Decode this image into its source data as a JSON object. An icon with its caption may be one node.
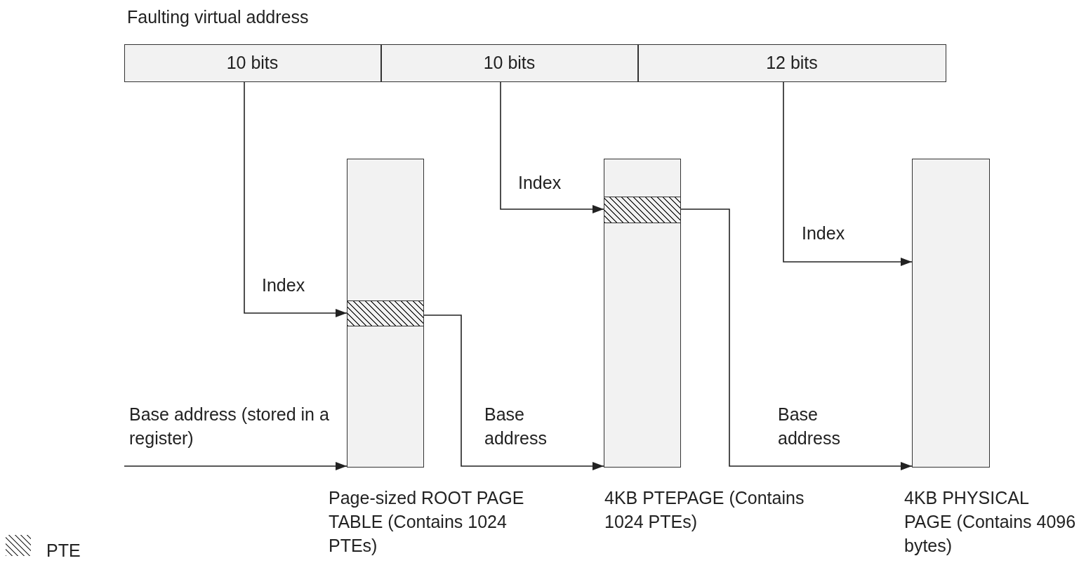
{
  "diagram": {
    "nodes": [
      {
        "text": [
          "Faulting virtual address"
        ]
      },
      {
        "text": [
          "10 bits"
        ],
        "in": 0
      },
      {
        "text": [
          "10 bits"
        ],
        "in": 0
      },
      {
        "text": [
          "12 bits"
        ],
        "in": 0
      },
      {
        "text": [
          "Page-sized ROOT PAGE TABLE (Contains 1024 PTEs)"
        ]
      },
      {
        "text": [],
        "shape": "bar",
        "in": 4
      },
      {
        "text": [
          "4KB PTEPAGE (Contains 1024 PTEs)"
        ]
      },
      {
        "text": [],
        "shape": "bar",
        "in": 6
      },
      {
        "text": [
          "4KB PHYSICAL PAGE (Contains 4096 bytes)"
        ]
      }
    ],
    "edges": [
      {
        "from": 1,
        "to": 5,
        "arrow": "to",
        "label": "Index"
      },
      {
        "from": null,
        "to": 4,
        "arrow": "to",
        "label": "Base address (stored in a register)"
      },
      {
        "from": 5,
        "to": 6,
        "arrow": "to",
        "label": "Base address"
      },
      {
        "from": 2,
        "to": 7,
        "arrow": "to",
        "label": "Index"
      },
      {
        "from": 7,
        "to": 8,
        "arrow": "to",
        "label": "Base address"
      },
      {
        "from": 3,
        "to": 8,
        "arrow": "to",
        "label": "Index"
      }
    ],
    "legend": [
      {
        "text": "PTE"
      }
    ]
  }
}
